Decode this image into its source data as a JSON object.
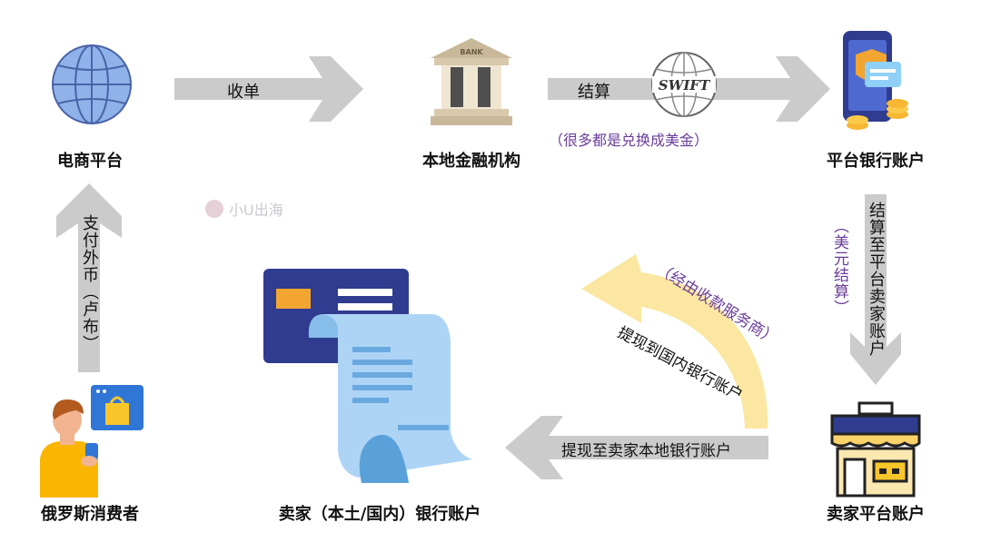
{
  "nodes": {
    "ecommerce": "电商平台",
    "local_bank": "本地金融机构",
    "platform_account": "平台银行账户",
    "consumer": "俄罗斯消费者",
    "seller_bank": "卖家（本土/国内）银行账户",
    "seller_platform": "卖家平台账户"
  },
  "edges": {
    "collect": "收单",
    "settle": "结算",
    "settle_note": "（很多都是兑换成美金）",
    "pay_foreign": "支付外币（卢布）",
    "settle_to_seller": "结算至平台卖家账户",
    "usd_note": "（美元结算）",
    "withdraw_domestic": "提现到国内银行账户",
    "via_provider": "（经由收款服务商）",
    "withdraw_local": "提现至卖家本地银行账户"
  },
  "badges": {
    "bank_sign": "BANK",
    "swift": "SWIFT"
  },
  "watermark": "小U出海",
  "colors": {
    "arrow_gray": "#cbcbcb",
    "arrow_yellow": "#fbe7a1",
    "note_purple": "#6a3d9a",
    "globe_blue": "#8fb2e8",
    "card_navy": "#2f3c8f",
    "receipt_blue": "#aed4f5"
  }
}
